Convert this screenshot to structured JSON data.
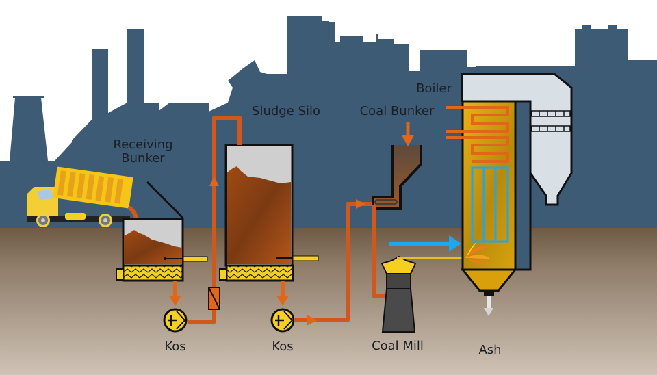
{
  "diagram": {
    "title": "Sludge and coal co-combustion plant",
    "labels": {
      "receiving_bunker_line1": "Receiving",
      "receiving_bunker_line2": "Bunker",
      "sludge_silo": "Sludge Silo",
      "coal_bunker": "Coal Bunker",
      "boiler": "Boiler",
      "pump_1": "Kos",
      "pump_2": "Kos",
      "coal_mill": "Coal Mill",
      "ash": "Ash"
    },
    "components": [
      {
        "id": "dump-truck",
        "name": "Dump truck"
      },
      {
        "id": "receiving-bunker",
        "name": "Receiving Bunker"
      },
      {
        "id": "screw-conveyor-1",
        "name": "Screw conveyor"
      },
      {
        "id": "pump-1",
        "name": "Kos"
      },
      {
        "id": "valve",
        "name": "Valve"
      },
      {
        "id": "sludge-silo",
        "name": "Sludge Silo"
      },
      {
        "id": "screw-conveyor-2",
        "name": "Screw conveyor"
      },
      {
        "id": "pump-2",
        "name": "Kos"
      },
      {
        "id": "coal-bunker",
        "name": "Coal Bunker"
      },
      {
        "id": "coal-mill",
        "name": "Coal Mill"
      },
      {
        "id": "boiler",
        "name": "Boiler"
      },
      {
        "id": "ash-outlet",
        "name": "Ash"
      }
    ],
    "flows": [
      {
        "from": "dump-truck",
        "to": "receiving-bunker",
        "medium": "sludge"
      },
      {
        "from": "receiving-bunker",
        "to": "pump-1",
        "medium": "sludge"
      },
      {
        "from": "pump-1",
        "to": "sludge-silo",
        "medium": "sludge"
      },
      {
        "from": "sludge-silo",
        "to": "pump-2",
        "medium": "sludge"
      },
      {
        "from": "pump-2",
        "to": "coal-bunker",
        "medium": "sludge"
      },
      {
        "from": "coal-bunker",
        "to": "coal-mill",
        "medium": "coal + sludge"
      },
      {
        "from": "coal-mill",
        "to": "boiler",
        "medium": "fuel"
      },
      {
        "from": "air-inlet",
        "to": "boiler",
        "medium": "air"
      },
      {
        "from": "boiler",
        "to": "ash-outlet",
        "medium": "ash"
      }
    ],
    "colors": {
      "sky": "#ffffff",
      "skyline": "#3e5b76",
      "ground": "#8f7c68",
      "sludge_pipe": "#d0581c",
      "sludge": "#8a3f12",
      "equipment_yellow": "#f5d020",
      "boiler_fill": "#d9a00c",
      "air_arrow": "#1ea6f0",
      "outline": "#111111"
    }
  }
}
